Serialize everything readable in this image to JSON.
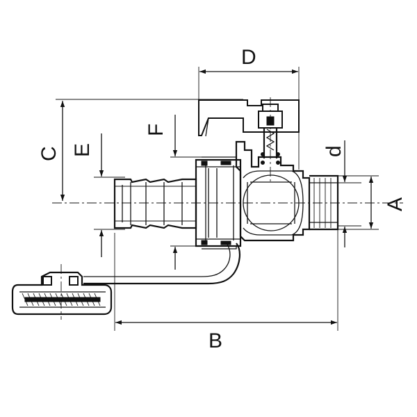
{
  "diagram": {
    "labels": {
      "A": "A",
      "B": "B",
      "C": "C",
      "D": "D",
      "E": "E",
      "F": "F",
      "d": "d"
    }
  }
}
